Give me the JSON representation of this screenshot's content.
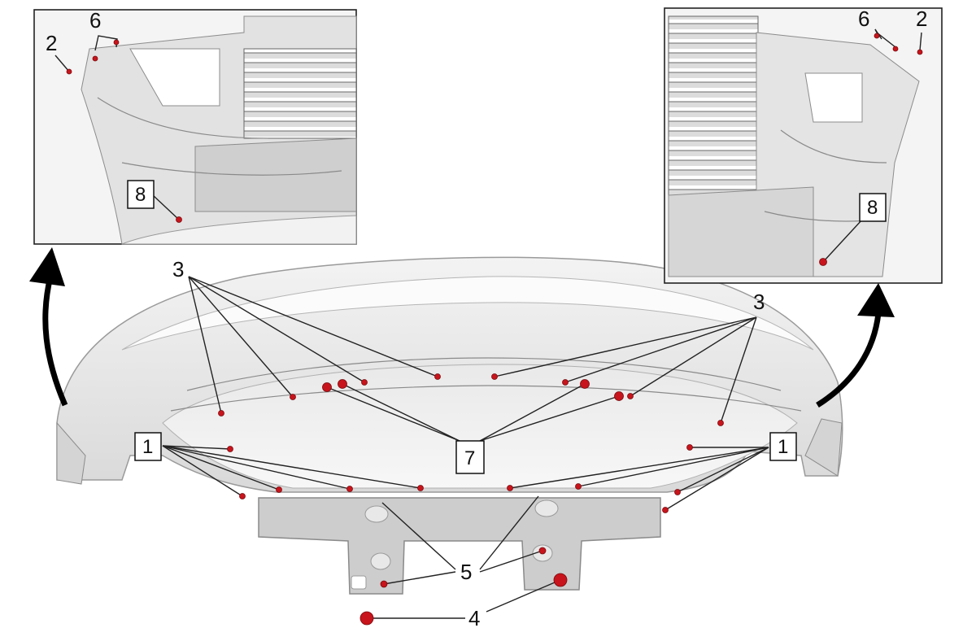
{
  "callouts": {
    "c1": "1",
    "c2": "2",
    "c3": "3",
    "c4": "4",
    "c5": "5",
    "c6": "6",
    "c7": "7",
    "c8": "8"
  },
  "colors": {
    "fastener": "#c8141c",
    "part_fill": "#e6e6e6",
    "plate_fill": "#cfcfcf",
    "outline": "#222222"
  }
}
